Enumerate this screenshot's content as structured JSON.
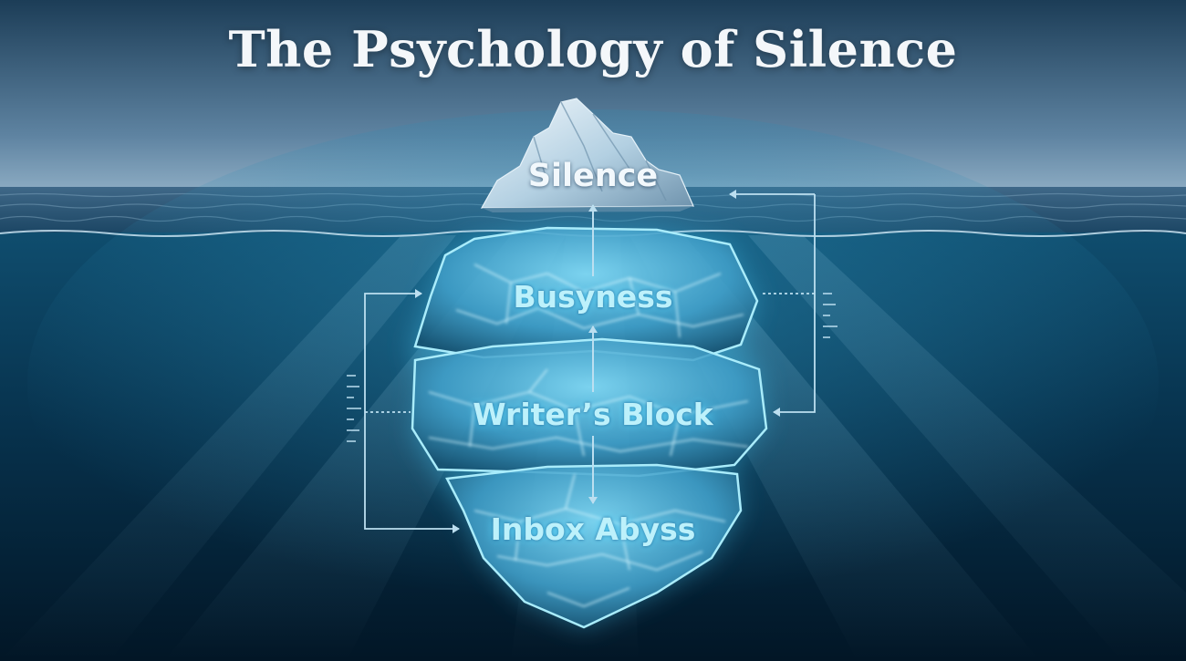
{
  "title": "The Psychology of Silence",
  "layers": [
    {
      "label": "Silence"
    },
    {
      "label": "Busyness"
    },
    {
      "label": "Writer’s Block"
    },
    {
      "label": "Inbox Abyss"
    }
  ],
  "colors": {
    "sky_top": "#1c3d57",
    "horizon_glow": "#7fa3bd",
    "deep_water": "#031a2c",
    "ice_glow": "#6fd6f5",
    "arrow": "#bcdff0"
  }
}
